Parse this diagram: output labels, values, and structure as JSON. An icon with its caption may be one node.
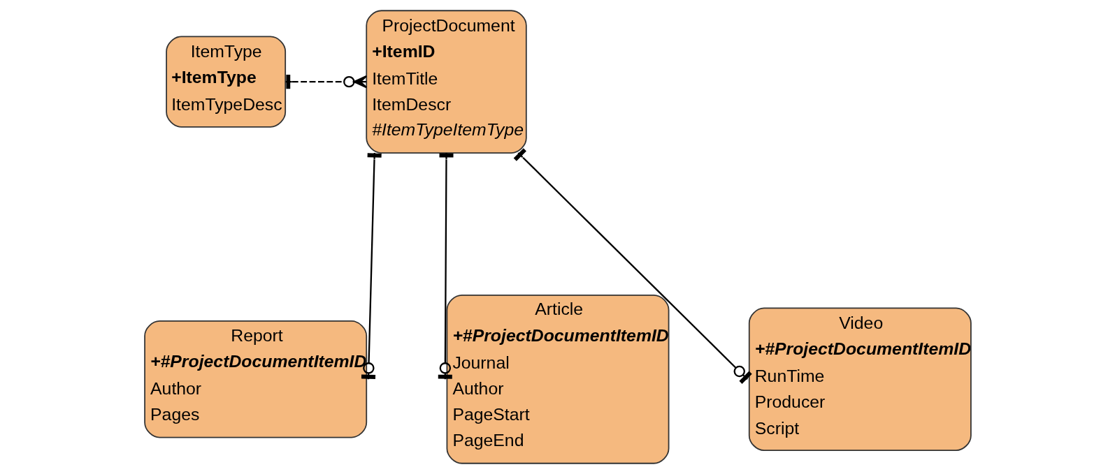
{
  "diagram": {
    "nodes": [
      {
        "text": [
          "ProjectDocument",
          "+ItemID",
          "ItemTitle",
          "ItemDescr",
          "#ItemTypeItemType"
        ]
      },
      {
        "text": [
          "ItemType",
          "+ItemType",
          "ItemTypeDesc"
        ]
      },
      {
        "text": [
          "Report",
          "+#ProjectDocumentItemID",
          "Author",
          "Pages"
        ]
      },
      {
        "text": [
          "Article",
          "+#ProjectDocumentItemID",
          "Journal",
          "Author",
          "PageStart",
          "PageEnd"
        ]
      },
      {
        "text": [
          "Video",
          "+#ProjectDocumentItemID",
          "RunTime",
          "Producer",
          "Script"
        ]
      }
    ],
    "edges": [
      {
        "from": 1,
        "to": 0,
        "arrow": "other",
        "style": "dashed"
      },
      {
        "from": 0,
        "to": 2,
        "arrow": "other"
      },
      {
        "from": 0,
        "to": 3,
        "arrow": "other"
      },
      {
        "from": 0,
        "to": 4,
        "arrow": "other"
      }
    ]
  }
}
